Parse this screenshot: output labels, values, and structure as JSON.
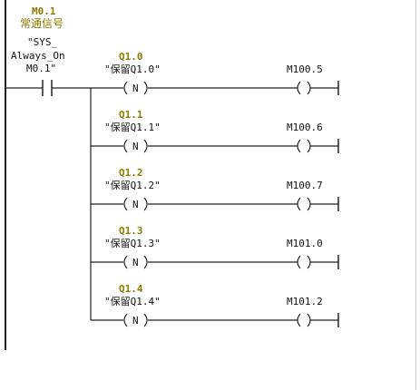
{
  "contact": {
    "address": "M0.1",
    "comment": "常通信号",
    "symbol_line1": "\"SYS_",
    "symbol_line2": "Always_On",
    "symbol_line3": "M0.1\""
  },
  "branches": [
    {
      "address": "Q1.0",
      "symbol": "\"保留Q1.0\"",
      "edge": "N",
      "coil": "M100.5"
    },
    {
      "address": "Q1.1",
      "symbol": "\"保留Q1.1\"",
      "edge": "N",
      "coil": "M100.6"
    },
    {
      "address": "Q1.2",
      "symbol": "\"保留Q1.2\"",
      "edge": "N",
      "coil": "M100.7"
    },
    {
      "address": "Q1.3",
      "symbol": "\"保留Q1.3\"",
      "edge": "N",
      "coil": "M101.0"
    },
    {
      "address": "Q1.4",
      "symbol": "\"保留Q1.4\"",
      "edge": "N",
      "coil": "M101.2"
    }
  ],
  "colors": {
    "address": "#8a7a00",
    "wire": "#222222",
    "background": "#ffffff"
  }
}
